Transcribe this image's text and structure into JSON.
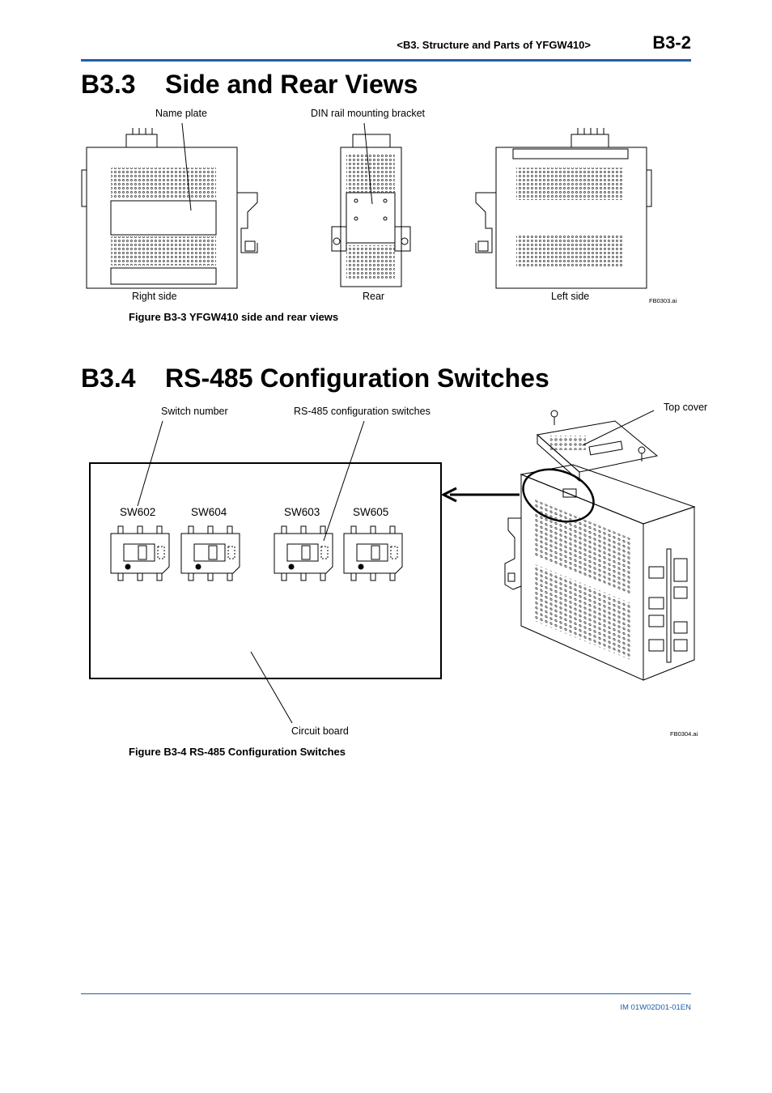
{
  "header": {
    "chapter_title": "<B3.  Structure and Parts of YFGW410>",
    "page_number": "B3-2"
  },
  "section_b33": {
    "number": "B3.3",
    "title": "Side and Rear Views",
    "callouts": {
      "name_plate": "Name plate",
      "din_rail_bracket": "DIN rail mounting bracket"
    },
    "view_labels": {
      "right_side": "Right side",
      "rear": "Rear",
      "left_side": "Left side"
    },
    "file_id": "FB0303.ai",
    "caption": "Figure B3-3 YFGW410 side and rear views"
  },
  "section_b34": {
    "number": "B3.4",
    "title": "RS-485 Configuration Switches",
    "callouts": {
      "switch_number": "Switch number",
      "config_switches": "RS-485 configuration switches",
      "top_cover": "Top cover",
      "circuit_board": "Circuit board"
    },
    "switches": [
      "SW602",
      "SW604",
      "SW603",
      "SW605"
    ],
    "file_id": "FB0304.ai",
    "caption": "Figure B3-4 RS-485 Configuration Switches"
  },
  "footer": {
    "doc_id": "IM 01W02D01-01EN"
  },
  "colors": {
    "accent": "#1f5fa8"
  }
}
